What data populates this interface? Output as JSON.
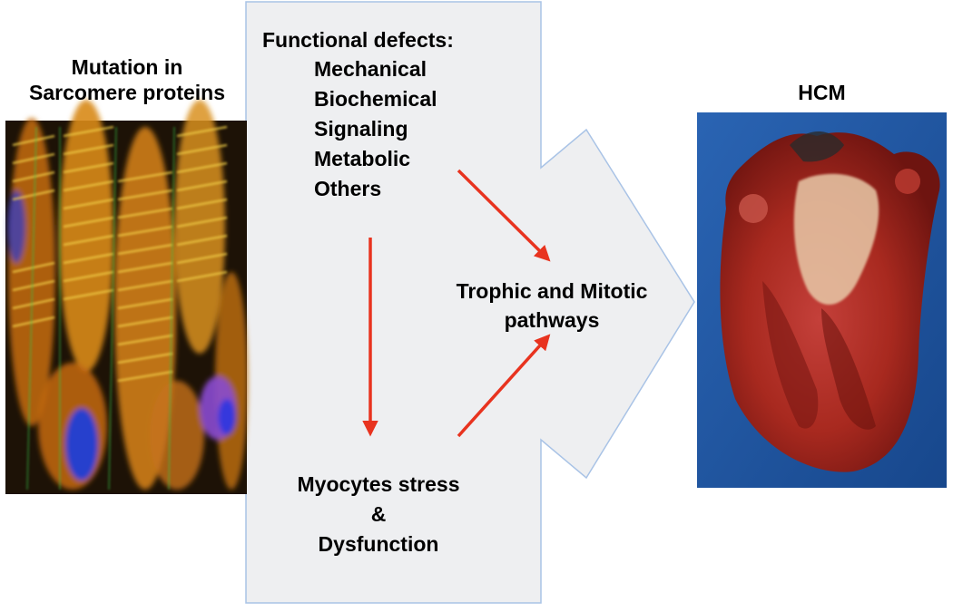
{
  "left_panel": {
    "title_line1": "Mutation in",
    "title_line2": "Sarcomere proteins"
  },
  "center": {
    "defects_title": "Functional defects:",
    "defects": [
      "Mechanical",
      "Biochemical",
      "Signaling",
      "Metabolic",
      "Others"
    ],
    "pathways_line1": "Trophic and Mitotic",
    "pathways_line2": "pathways",
    "stress_line1": "Myocytes stress",
    "stress_line2": "&",
    "stress_line3": "Dysfunction"
  },
  "right_panel": {
    "title": "HCM"
  },
  "colors": {
    "arrow_fill": "#eeeff1",
    "arrow_stroke": "#a9c3e6",
    "red_arrow": "#e8331f",
    "heart_bg": "#1f5aa8"
  }
}
